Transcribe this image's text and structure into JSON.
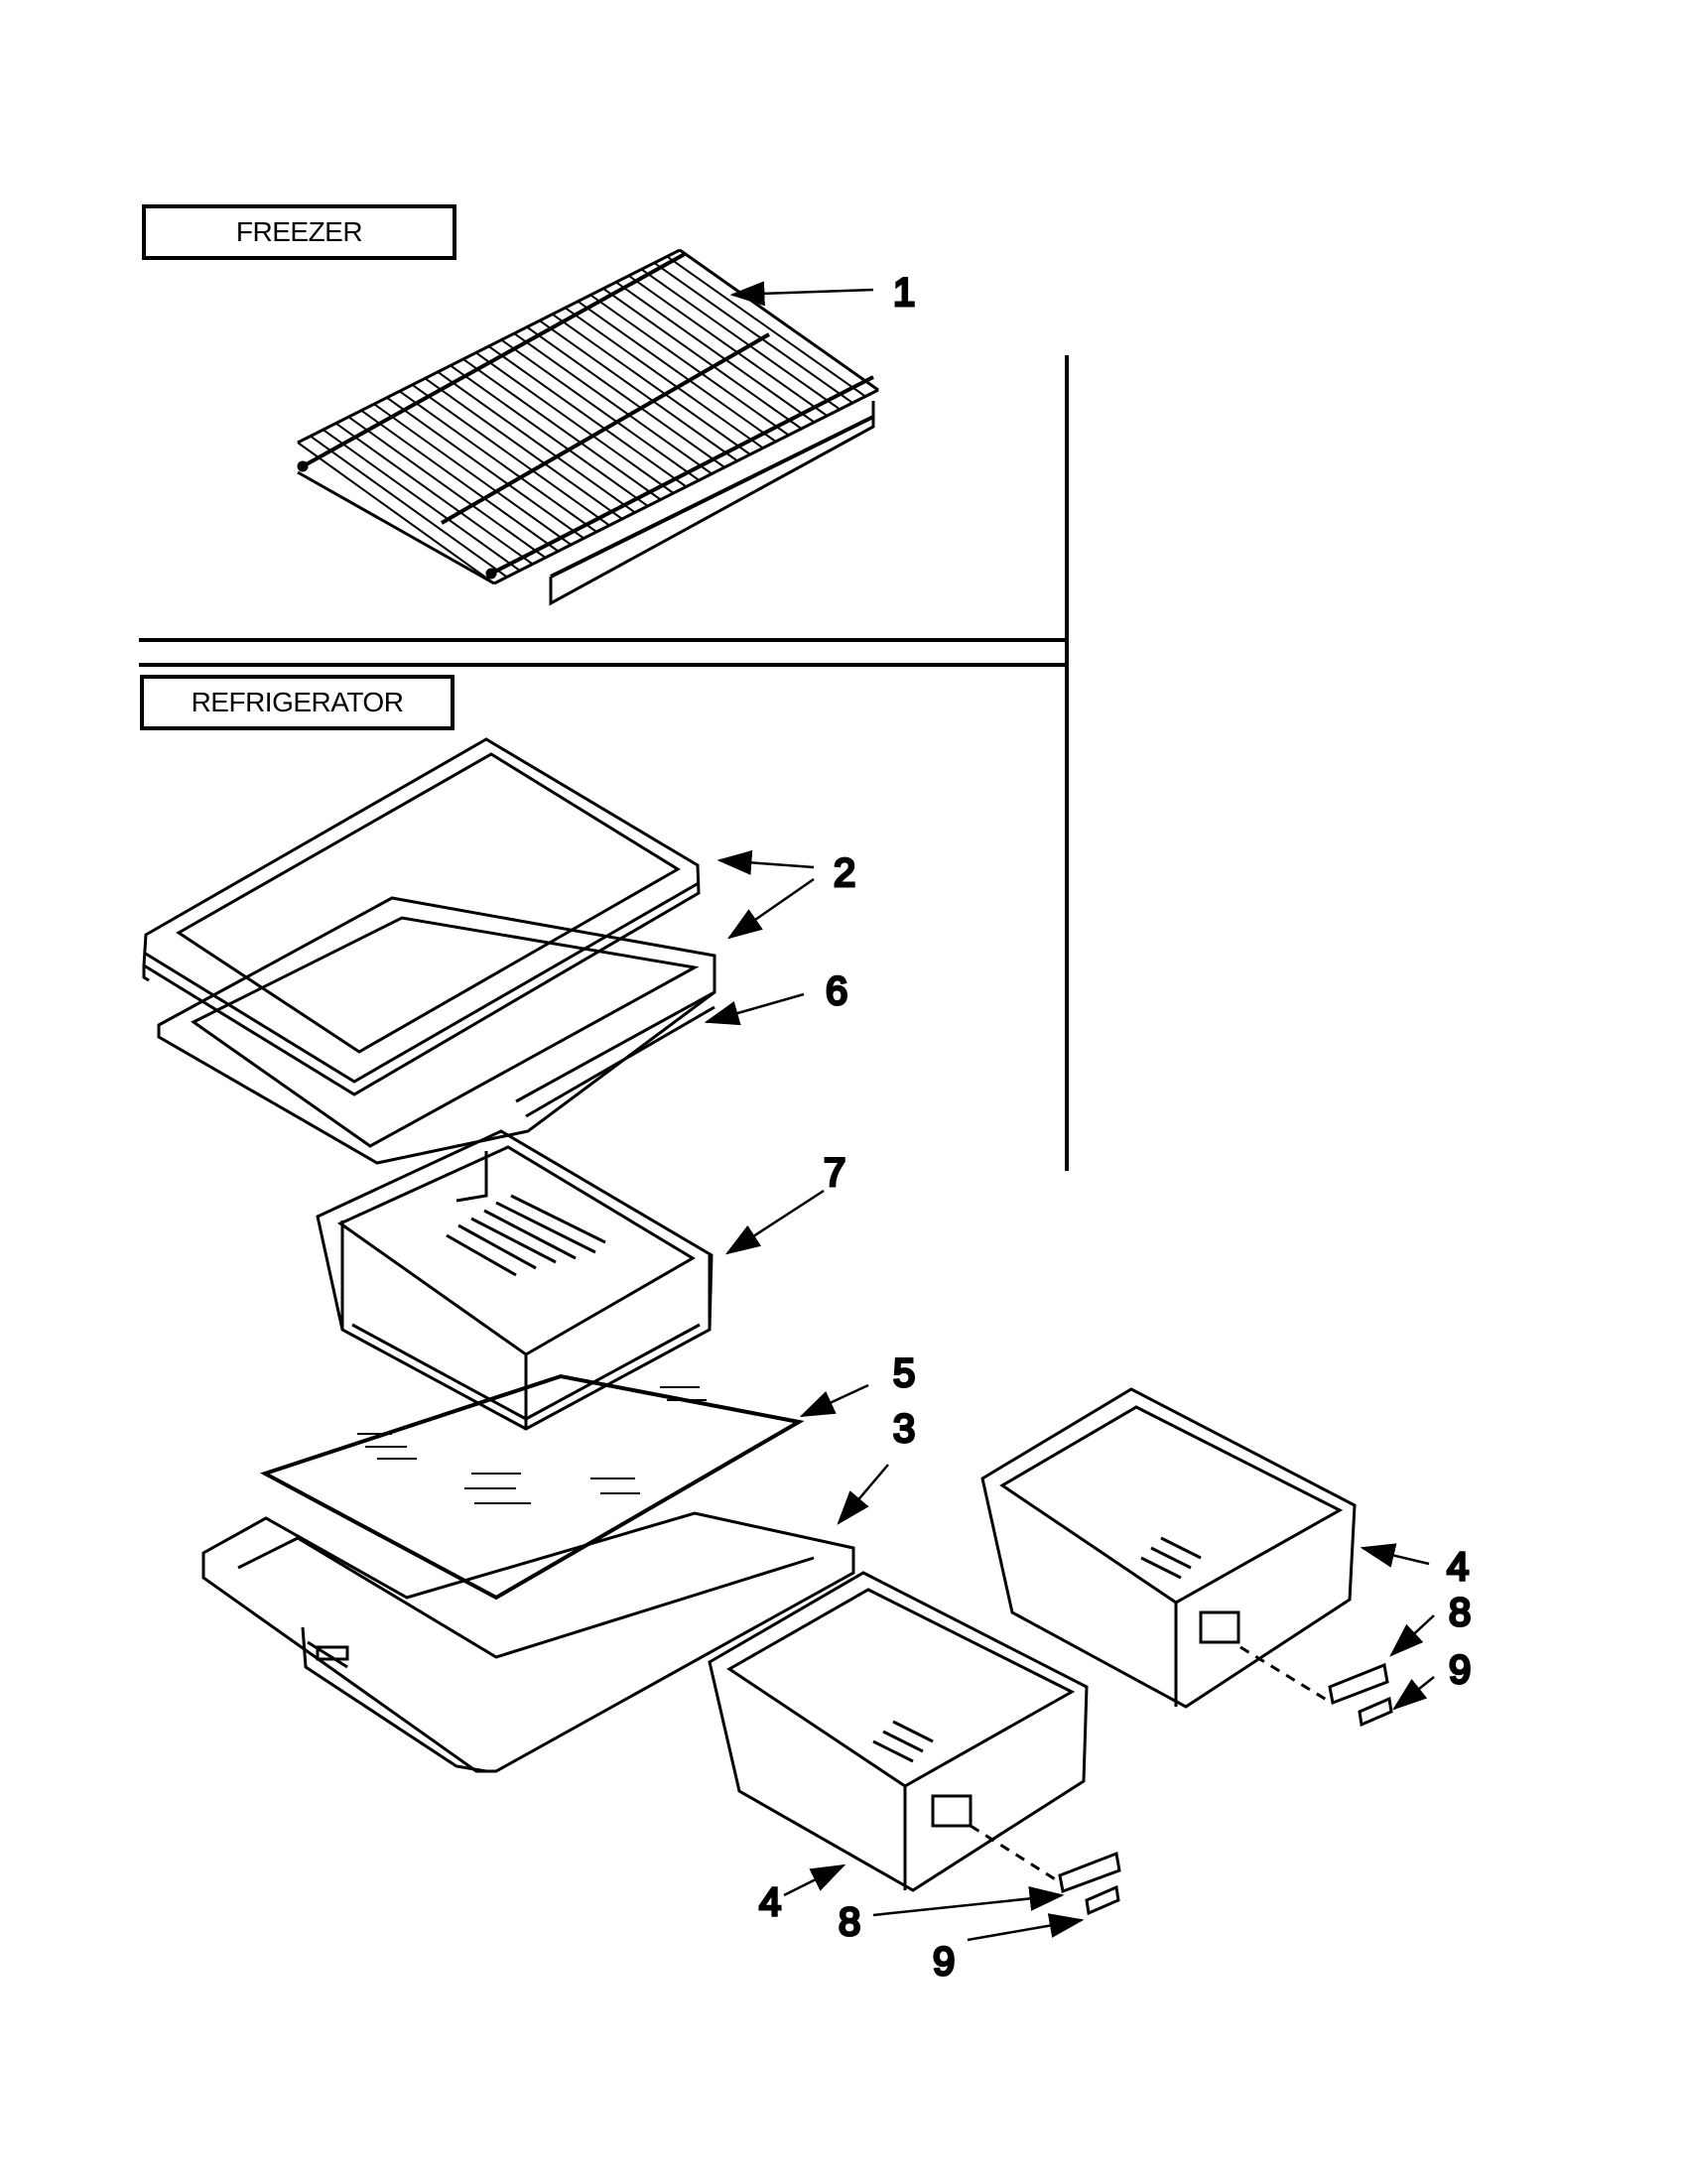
{
  "sections": {
    "freezer": "FREEZER",
    "refrigerator": "REFRIGERATOR"
  },
  "callouts": {
    "shelf_wire": "1",
    "shelf_glass": "2",
    "crisper_cover_frame": "3",
    "crisper_right": "4",
    "crisper_left": "4",
    "crisper_glass": "5",
    "shelf_frame": "6",
    "meat_drawer": "7",
    "label_right": "8",
    "label_left": "8",
    "label_clip_right": "9",
    "label_clip_left": "9"
  }
}
